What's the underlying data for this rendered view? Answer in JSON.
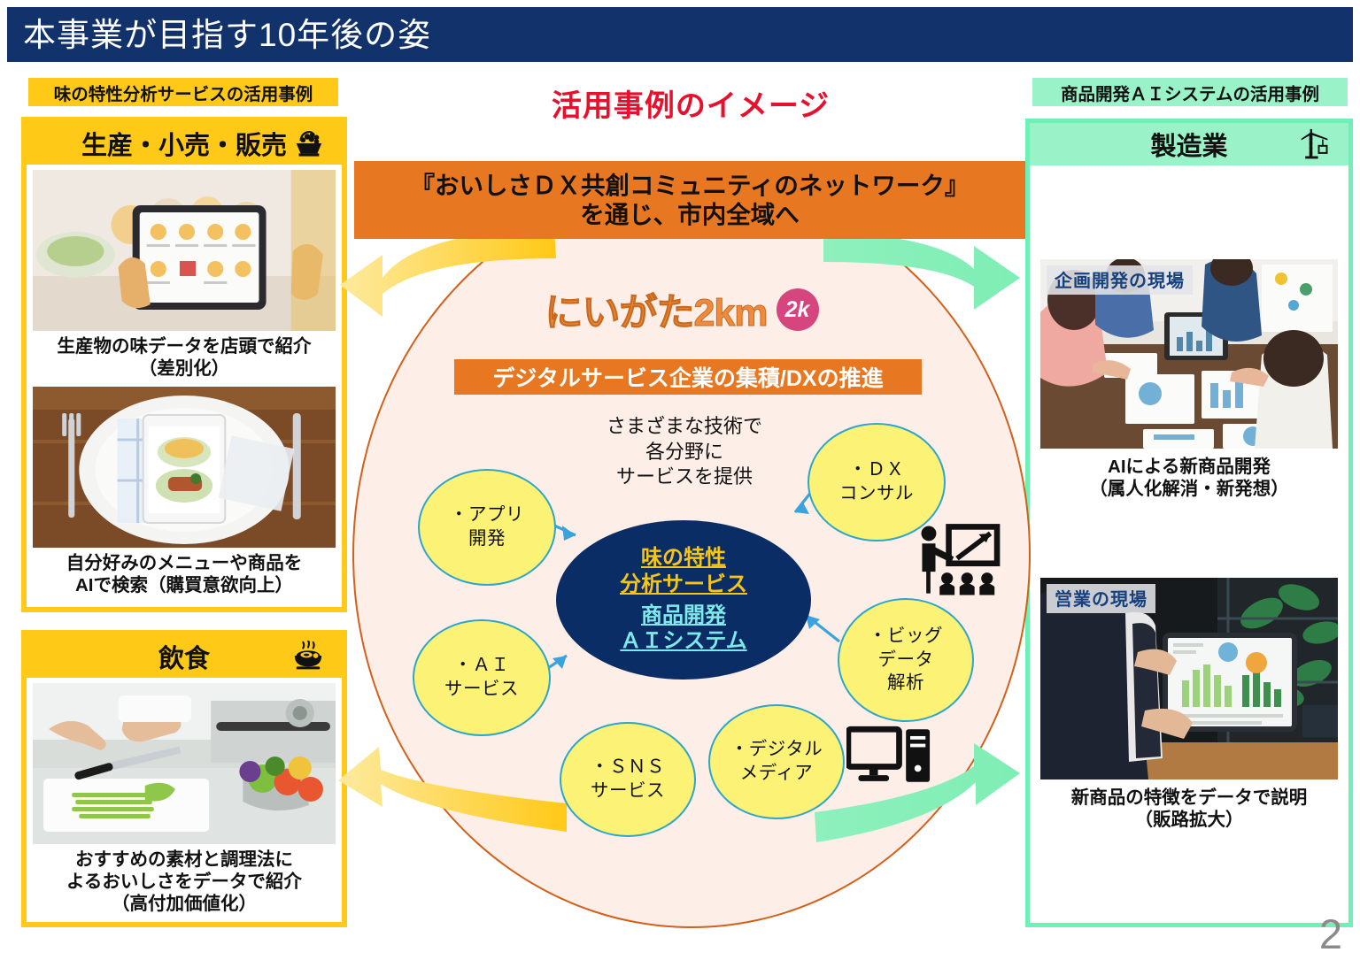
{
  "title": "本事業が目指す10年後の姿",
  "page_number": "2",
  "colors": {
    "title_bar": "#12326b",
    "yellow": "#ffc917",
    "green": "#99f2c8",
    "orange": "#e87722",
    "red_heading": "#e8112d",
    "core_navy": "#0b2d66",
    "bubble_yellow": "#fbf276",
    "bubble_border": "#2ea6c9",
    "arrow_yellow": "#ffd43b",
    "arrow_green": "#8ef0bd",
    "niigata_orange": "#f08a3c",
    "niigata_badge_pink": "#d6457d"
  },
  "left": {
    "section_tag": "味の特性分析サービスの活用事例",
    "panels": [
      {
        "header": "生産・小売・販売",
        "header_icon": "fruit-basket-icon",
        "items": [
          {
            "photo_alt": "タブレットで食品通販アプリを見る手元",
            "caption": "生産物の味データを店頭で紹介\n（差別化）"
          },
          {
            "photo_alt": "皿の上のタブレットに映る料理写真",
            "caption": "自分好みのメニューや商品を\nAIで検索（購買意欲向上）"
          }
        ]
      },
      {
        "header": "飲食",
        "header_icon": "ramen-bowl-icon",
        "items": [
          {
            "photo_alt": "厨房で野菜を刻む調理人の手元",
            "caption": "おすすめの素材と調理法に\nよるおいしさをデータで紹介\n（高付加価値化）"
          }
        ]
      }
    ]
  },
  "right": {
    "section_tag": "商品開発ＡＩシステムの活用事例",
    "panels": [
      {
        "header": "製造業",
        "header_icon": "crane-icon",
        "items": [
          {
            "photo_badge": "企画開発の現場",
            "photo_alt": "会議テーブルを囲み資料を検討する人々",
            "caption": "AIによる新商品開発\n（属人化解消・新発想）"
          },
          {
            "photo_badge": "営業の現場",
            "photo_alt": "スーツの男性がグラフ表示のタブレットを持つ",
            "caption": "新商品の特徴をデータで説明\n（販路拡大）"
          }
        ]
      }
    ]
  },
  "center": {
    "heading": "活用事例のイメージ",
    "banner_line1": "『おいしさＤＸ共創コミュニティのネットワーク』",
    "banner_line2": "を通じ、市内全域へ",
    "brand_word": "にいがた2km",
    "brand_badge": "2k",
    "orange_strip": "デジタルサービス企業の集積/DXの推進",
    "lead": "さまざまな技術で\n各分野に\nサービスを提供",
    "core": {
      "line1": "味の特性\n分析サービス",
      "line2": "商品開発\nＡＩシステム"
    },
    "bubbles": [
      {
        "label": "・アプリ\n開発",
        "name": "bubble-app-development"
      },
      {
        "label": "・ＡＩ\nサービス",
        "name": "bubble-ai-service"
      },
      {
        "label": "・ＳＮＳ\nサービス",
        "name": "bubble-sns-service"
      },
      {
        "label": "・デジタル\nメディア",
        "name": "bubble-digital-media"
      },
      {
        "label": "・ビッグ\nデータ\n解析",
        "name": "bubble-big-data"
      },
      {
        "label": "・ＤＸ\nコンサル",
        "name": "bubble-dx-consulting"
      }
    ],
    "icons": [
      {
        "name": "presentation-training-icon"
      },
      {
        "name": "desktop-computer-icon"
      }
    ]
  }
}
